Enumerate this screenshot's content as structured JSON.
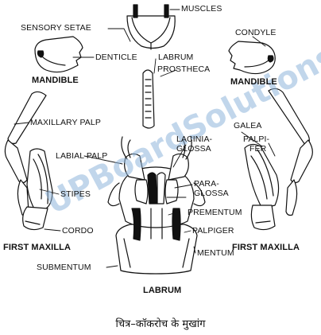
{
  "labels": {
    "muscles": "MUSCLES",
    "sensory_setae": "SENSORY SETAE",
    "condyle": "CONDYLE",
    "denticle": "DENTICLE",
    "labrum_top": "LABRUM",
    "prostheca": "PROSTHECA",
    "mandible_left": "MANDIBLE",
    "mandible_right": "MANDIBLE",
    "maxillary_palp": "MAXILLARY PALP",
    "galea": "GALEA",
    "lacinia_1": "LACINIA-",
    "lacinia_2": "GLOSSA",
    "palpifer_1": "PALPI-",
    "palpifer_2": "FER",
    "labial_palp": "LABIAL PALP",
    "paraglossa_1": "PARA-",
    "paraglossa_2": "GLOSSA",
    "stipes": "STIPES",
    "prementum": "PREMENTUM",
    "cordo": "CORDO",
    "palpiger": "PALPIGER",
    "first_maxilla_left": "FIRST MAXILLA",
    "first_maxilla_right": "FIRST MAXILLA",
    "mentum": "MENTUM",
    "submentum": "SUBMENTUM",
    "labrum_bottom": "LABRUM"
  },
  "watermark": "UPBoardSolutions.com",
  "caption": "चित्र–कॉकरोच के मुखांग",
  "colors": {
    "ink": "#111111",
    "watermark": "#8fb6dc"
  }
}
